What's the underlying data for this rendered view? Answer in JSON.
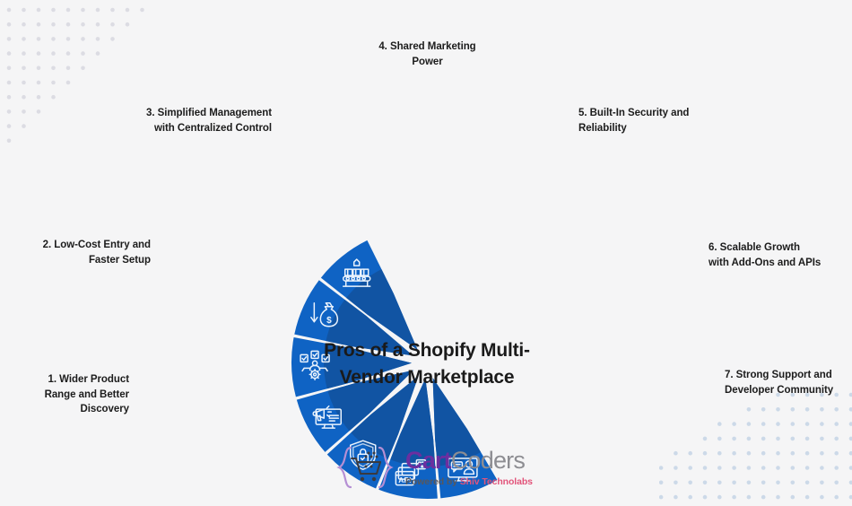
{
  "page": {
    "background_color": "#f5f5f6",
    "accent_blue": "#0f63c4",
    "accent_blue_dark": "#11539f",
    "title_color": "#1a1a1a"
  },
  "center": {
    "title_line1": "Pros of a Shopify Multi-",
    "title_line2": "Vendor Marketplace"
  },
  "logo": {
    "name_part1": "Cart",
    "name_part2": "Coders",
    "tagline_prefix": "Powered by ",
    "tagline_brand": "Shiv Technolabs",
    "mark_icon": "shopping-cart-icon",
    "color_part1": "#6b2fa0",
    "color_part2": "#8d8d92",
    "color_brand": "#e2547a"
  },
  "petals": [
    {
      "id": 1,
      "label_line1": "1. Wider Product",
      "label_line2": "Range and Better",
      "label_line3": "Discovery",
      "icon": "conveyor-belt-boxes-icon",
      "angle_deg": -135
    },
    {
      "id": 2,
      "label_line1": "2. Low-Cost Entry and",
      "label_line2": "Faster Setup",
      "label_line3": "",
      "icon": "money-bag-down-arrow-icon",
      "angle_deg": -160
    },
    {
      "id": 3,
      "label_line1": "3. Simplified Management",
      "label_line2": "with Centralized Control",
      "label_line3": "",
      "icon": "team-checklist-gear-icon",
      "angle_deg": 175
    },
    {
      "id": 4,
      "label_line1": "4. Shared Marketing",
      "label_line2": "Power",
      "label_line3": "",
      "icon": "megaphone-monitor-icon",
      "angle_deg": 150
    },
    {
      "id": 5,
      "label_line1": "5. Built-In Security and",
      "label_line2": "Reliability",
      "label_line3": "",
      "icon": "shield-lock-icon",
      "angle_deg": 125
    },
    {
      "id": 6,
      "label_line1": "6. Scalable Growth",
      "label_line2": "with Add-Ons and APIs",
      "label_line3": "",
      "icon": "api-windows-icon",
      "angle_deg": 100
    },
    {
      "id": 7,
      "label_line1": "7. Strong Support and",
      "label_line2": "Developer Community",
      "label_line3": "",
      "icon": "support-chat-agent-icon",
      "angle_deg": 75
    }
  ],
  "decor": {
    "dots_top_left": "triangular-dot-grid",
    "dots_bottom_right": "triangular-dot-grid",
    "dot_color_tl": "#dcdce3",
    "dot_color_br": "#ccd9e8"
  }
}
